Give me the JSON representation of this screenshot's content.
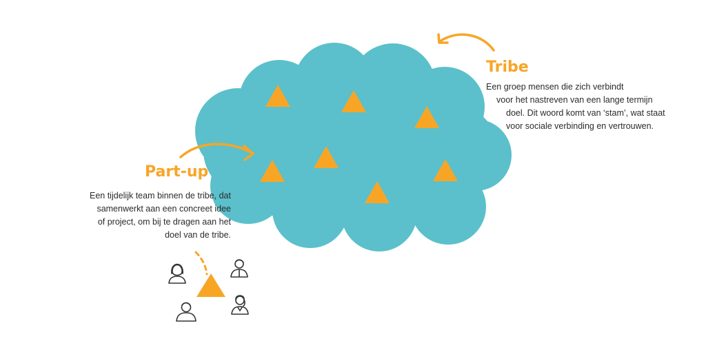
{
  "colors": {
    "cloud": "#5bc0cb",
    "accent": "#f8a526",
    "text": "#2b2b2b",
    "sketch": "#333333"
  },
  "tribe": {
    "title": "Tribe",
    "lines": [
      "Een groep mensen die zich verbindt",
      "voor het nastreven van een lange termijn",
      "doel. Dit woord komt van ‘stam’, wat staat",
      "voor sociale verbinding en vertrouwen."
    ]
  },
  "partup": {
    "title": "Part-up",
    "lines": [
      "Een tijdelijk team binnen de tribe, dat",
      "samenwerkt aan een concreet idee",
      "of project, om bij te dragen aan het",
      "doel van de tribe."
    ]
  },
  "icons": {
    "cloud": "cloud-shape",
    "triangle": "triangle-icon",
    "person": "person-icon",
    "arrow": "curved-arrow-icon"
  }
}
